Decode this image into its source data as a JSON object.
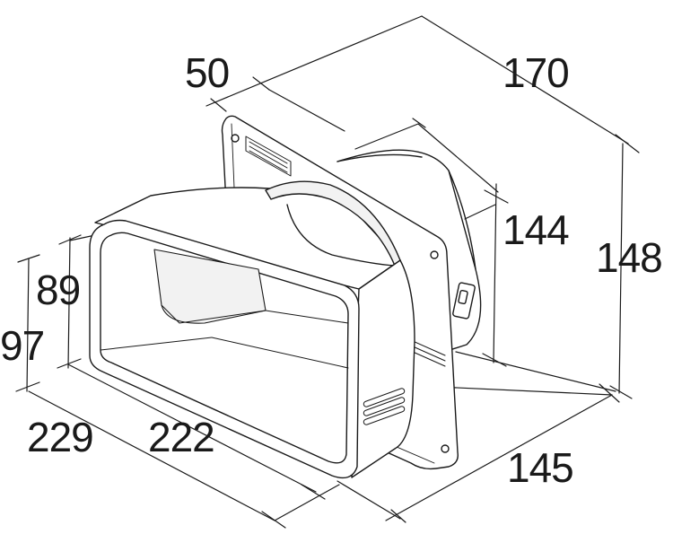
{
  "dimensions": {
    "d50": "50",
    "d170": "170",
    "d144": "144",
    "d148": "148",
    "d89": "89",
    "d97": "97",
    "d229": "229",
    "d222": "222",
    "d145": "145"
  },
  "colors": {
    "line": "#1a1a1a",
    "fill": "#ffffff",
    "shade": "#f2f2f2"
  }
}
